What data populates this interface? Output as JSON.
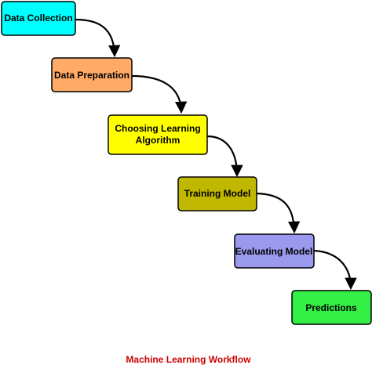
{
  "diagram": {
    "caption": "Machine Learning Workflow",
    "caption_color": "#cc0000",
    "border_color": "#000000",
    "arrow_color": "#000000",
    "steps": [
      {
        "label": "Data Collection",
        "fill": "#00ffff"
      },
      {
        "label": "Data Preparation",
        "fill": "#ffaa66"
      },
      {
        "label": "Choosing Learning Algorithm",
        "fill": "#ffff00"
      },
      {
        "label": "Training Model",
        "fill": "#c0b800"
      },
      {
        "label": "Evaluating Model",
        "fill": "#9999ee"
      },
      {
        "label": "Predictions",
        "fill": "#33ee44"
      }
    ]
  }
}
